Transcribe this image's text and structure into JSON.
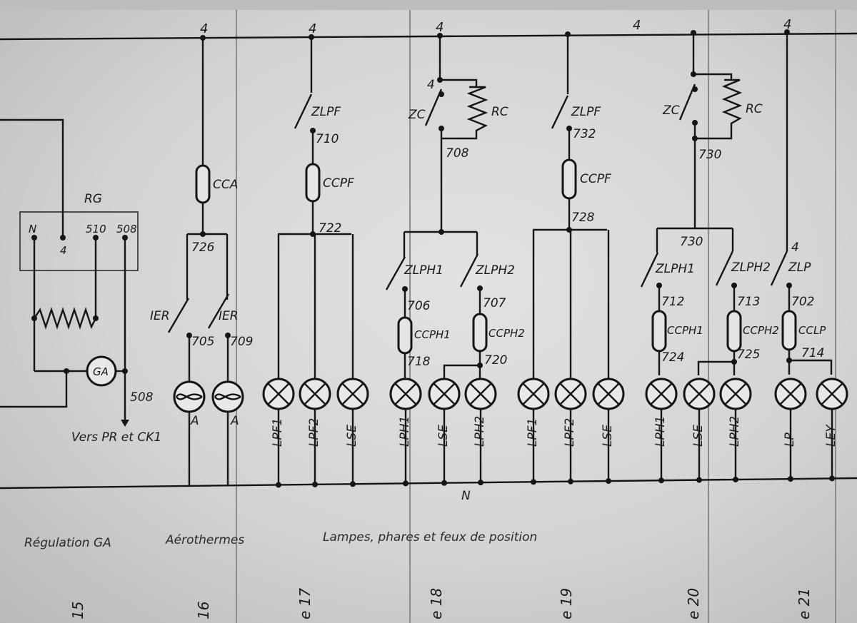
{
  "labels": {
    "supply": "4",
    "rg_title": "RG",
    "rg_n": "N",
    "rg_4": "4",
    "rg_510": "510",
    "rg_508": "508",
    "ga": "GA",
    "w508": "508",
    "vers": "Vers PR et CK1",
    "cca": "CCA",
    "w726": "726",
    "ier_a": "IER",
    "ier_b": "IER",
    "w705": "705",
    "w709": "709",
    "aero_a": "A",
    "aero_b": "A",
    "zlpf_17": "ZLPF",
    "w710": "710",
    "ccpf_17": "CCPF",
    "w722": "722",
    "zc_18": "ZC",
    "rc_18": "RC",
    "n4_18": "4",
    "w708": "708",
    "zlph1_18": "ZLPH1",
    "zlph2_18": "ZLPH2",
    "w706": "706",
    "w707": "707",
    "ccph1_18": "CCPH1",
    "ccph2_18": "CCPH2",
    "w718": "718",
    "w720": "720",
    "zlpf_19": "ZLPF",
    "w732": "732",
    "ccpf_19": "CCPF",
    "w728": "728",
    "zc_20": "ZC",
    "rc_20": "RC",
    "w730a": "730",
    "w730b": "730",
    "zlph1_20": "ZLPH1",
    "zlph2_20": "ZLPH2",
    "w712": "712",
    "w713": "713",
    "ccph1_20": "CCPH1",
    "ccph2_20": "CCPH2",
    "w724": "724",
    "w725": "725",
    "n4_21": "4",
    "zlp_21": "ZLP",
    "w702": "702",
    "cclp_21": "CCLP",
    "w714": "714",
    "neutral": "N"
  },
  "lamps": [
    "LPF1",
    "LPF2",
    "LSE",
    "LPH1",
    "LSE",
    "LPH2",
    "LPF1",
    "LPF2",
    "LSE",
    "LPH1",
    "LSE",
    "LPH2",
    "LP",
    "LEY"
  ],
  "sections": {
    "regulation": "Régulation GA",
    "aerothermes": "Aérothermes",
    "lampes": "Lampes, phares et feux de position"
  },
  "planches": [
    "15",
    "16",
    "e 17",
    "e 18",
    "e 19",
    "e 20",
    "e 21"
  ]
}
